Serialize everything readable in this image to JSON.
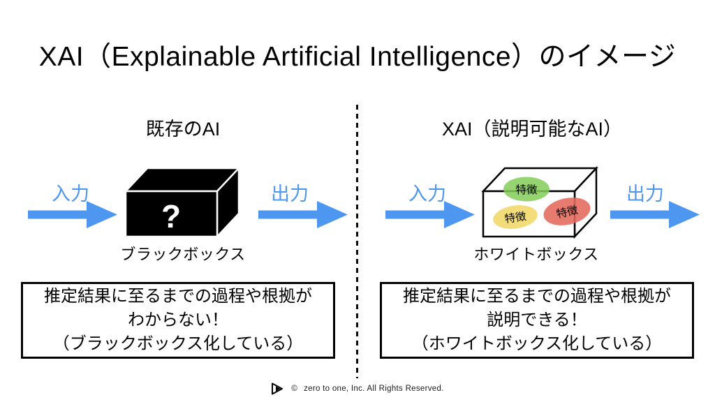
{
  "title": "XAI（Explainable Artificial Intelligence）のイメージ",
  "colors": {
    "arrow_blue": "#4E97F0",
    "feature_green": "#82CD58",
    "feature_yellow": "#F0D763",
    "feature_red": "#E5695B",
    "box_black": "#000000",
    "box_white": "#FFFFFF"
  },
  "left": {
    "header": "既存のAI",
    "input_label": "入力",
    "output_label": "出力",
    "box_symbol": "?",
    "box_caption": "ブラックボックス",
    "description_lines": {
      "0": "推定結果に至るまでの過程や根拠が",
      "1": "わからない！",
      "2": "（ブラックボックス化している）"
    }
  },
  "right": {
    "header": "XAI（説明可能なAI）",
    "input_label": "入力",
    "output_label": "出力",
    "feature_labels": {
      "0": "特徴",
      "1": "特徴",
      "2": "特徴"
    },
    "box_caption": "ホワイトボックス",
    "description_lines": {
      "0": "推定結果に至るまでの過程や根拠が",
      "1": "説明できる！",
      "2": "（ホワイトボックス化している）"
    }
  },
  "footer": {
    "copyright_symbol": "©",
    "text": "zero to one, Inc. All Rights Reserved."
  }
}
